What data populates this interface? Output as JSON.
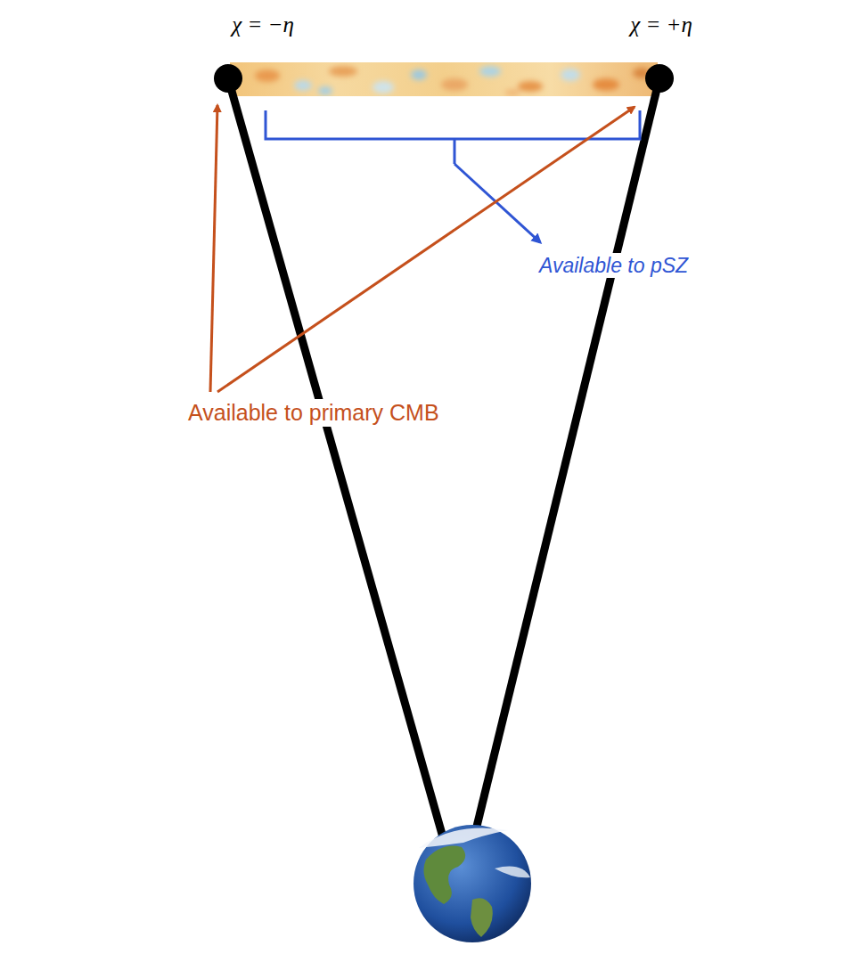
{
  "diagram": {
    "labels": [
      "χ = −η",
      "χ = +η",
      "Available to pSZ",
      "Available to primary CMB"
    ]
  }
}
